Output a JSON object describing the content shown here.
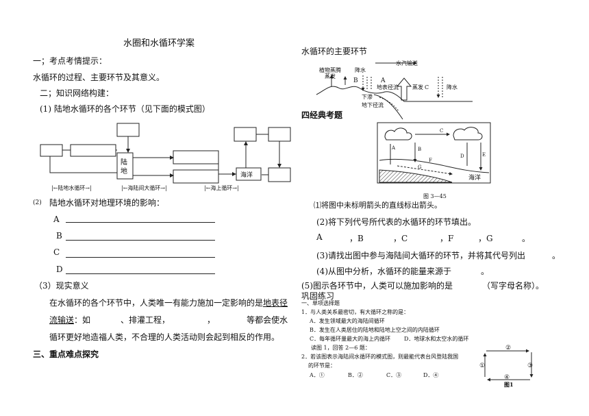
{
  "left": {
    "title": "水圈和水循环学案",
    "s1_heading": "一；考点考情提示：",
    "s1_text": "水循环的过程、主要环节及其意义。",
    "s2_heading": "二；知识网络构建：",
    "item1": "(1)   陆地水循环的各个环节（见下面的模式图）",
    "diagram": {
      "land_label": "陆地",
      "ocean_label": "海洋",
      "legend1": "|←陆地水循环→|",
      "legend2": "|←海陆间大循环→|",
      "legend3": "|←海上循环→|"
    },
    "item2_num": "(2)",
    "item2": "陆地水循环对地理环境的影响：",
    "blank_labels": [
      "A",
      "B",
      "C",
      "D"
    ],
    "item3": "（3）现实意义",
    "p1_a": "在水循环的各个环节中，人类唯一有能力施加一定影响的是",
    "p1_b": "地表径",
    "p2_a": "流输送",
    "p2_b": "：如",
    "p2_c": "、排灌工程，",
    "p2_d": "，",
    "p2_e": "等都会使水",
    "p3": "循环更好地造福人类，不合理的人类活动则会起到相反的作用。",
    "s3_heading": "三、重点难点探究"
  },
  "right": {
    "title": "水循环的主要环节",
    "top_diagram": {
      "vapor": "水汽输送",
      "plant": "植物蒸腾",
      "evap1": "蒸发",
      "b": "B",
      "rain1": "降水",
      "a": "A",
      "surface": "地表径流",
      "evap2": "蒸发",
      "c": "C",
      "rain2": "降水",
      "infil": "下渗",
      "ground": "地下径流"
    },
    "s4_heading": "四经典考题",
    "figure": {
      "letters": [
        "A",
        "B",
        "C",
        "D",
        "E",
        "F",
        "G"
      ],
      "ocean": "海洋",
      "caption": "图 3—45"
    },
    "q1": "⑴将图中未标明箭头的直线标出箭头。",
    "q2": "(2)将下列代号所代表的水循环的环节填出。",
    "q2_labels": [
      "A",
      "，B",
      "，C",
      "，F",
      "，G",
      "。"
    ],
    "q3": "(3)请找出图中参与海陆间大循环的环节，并将其代号列出",
    "q3_end": "。",
    "q4": "(4)从图中分析，水循环的能量来源于",
    "q4_end": "。",
    "q5": "(5)图示各环节中，人类可以施加影响的是",
    "q5_b": "（写字母名称）。",
    "practice": "巩固练习",
    "mc_heading": "一、单项选择题",
    "mc1": "1．与人类关系最密切，有大循环之称的是：",
    "mc1_opts": [
      "A．发生领域最大的海陆间循环",
      "B．发生在人类居住的陆地和陆地上空之间的内陆循环",
      "C．每年循环量最大的海上内循环",
      "D．地球水和太空水的循环"
    ],
    "mc_read": "读图 1，回答 2—6 题：",
    "mc2": "2．若该图表示海陆间水循环的模式图，则最能代表台风登陆我国",
    "mc2_b": "的环节是：",
    "mc2_opts": [
      "A．①",
      "B．②",
      "C．③",
      "D．④"
    ],
    "fig1": {
      "n1": "①",
      "n2": "②",
      "n3": "③",
      "n4": "④",
      "caption": "图1"
    }
  }
}
